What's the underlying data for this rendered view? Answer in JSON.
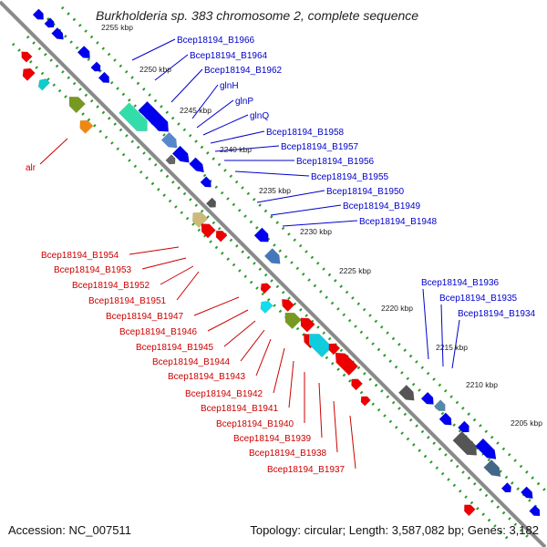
{
  "title": "Burkholderia sp. 383 chromosome 2, complete sequence",
  "footer": {
    "accession_label": "Accession:",
    "accession": "NC_007511",
    "topology_label": "Topology:",
    "topology": "circular",
    "length_label": "Length:",
    "length": "3,587,082 bp",
    "genes_label": "Genes:",
    "genes": "3,182"
  },
  "colors": {
    "backbone": "#8a8a8a",
    "forward_strand": "#0000ee",
    "reverse_strand": "#ee0000",
    "tick": "#2a9a2a",
    "label_forward": "#0000cc",
    "label_reverse": "#cc0000"
  },
  "scale_labels": [
    "2255 kbp",
    "2250 kbp",
    "2245 kbp",
    "2240 kbp",
    "2235 kbp",
    "2230 kbp",
    "2225 kbp",
    "2220 kbp",
    "2215 kbp",
    "2210 kbp",
    "2205 kbp"
  ],
  "forward_genes": [
    "Bcep18194_B1966",
    "Bcep18194_B1964",
    "Bcep18194_B1962",
    "glnH",
    "glnP",
    "glnQ",
    "Bcep18194_B1958",
    "Bcep18194_B1957",
    "Bcep18194_B1956",
    "Bcep18194_B1955",
    "Bcep18194_B1950",
    "Bcep18194_B1949",
    "Bcep18194_B1948"
  ],
  "forward_genes_right": [
    "Bcep18194_B1936",
    "Bcep18194_B1935",
    "Bcep18194_B1934"
  ],
  "reverse_genes": [
    "Bcep18194_B1954",
    "Bcep18194_B1953",
    "Bcep18194_B1952",
    "Bcep18194_B1951",
    "Bcep18194_B1947",
    "Bcep18194_B1946",
    "Bcep18194_B1945",
    "Bcep18194_B1944",
    "Bcep18194_B1943",
    "Bcep18194_B1942",
    "Bcep18194_B1941",
    "Bcep18194_B1940",
    "Bcep18194_B1939",
    "Bcep18194_B1938",
    "Bcep18194_B1937"
  ],
  "reverse_gene_left": "alr"
}
